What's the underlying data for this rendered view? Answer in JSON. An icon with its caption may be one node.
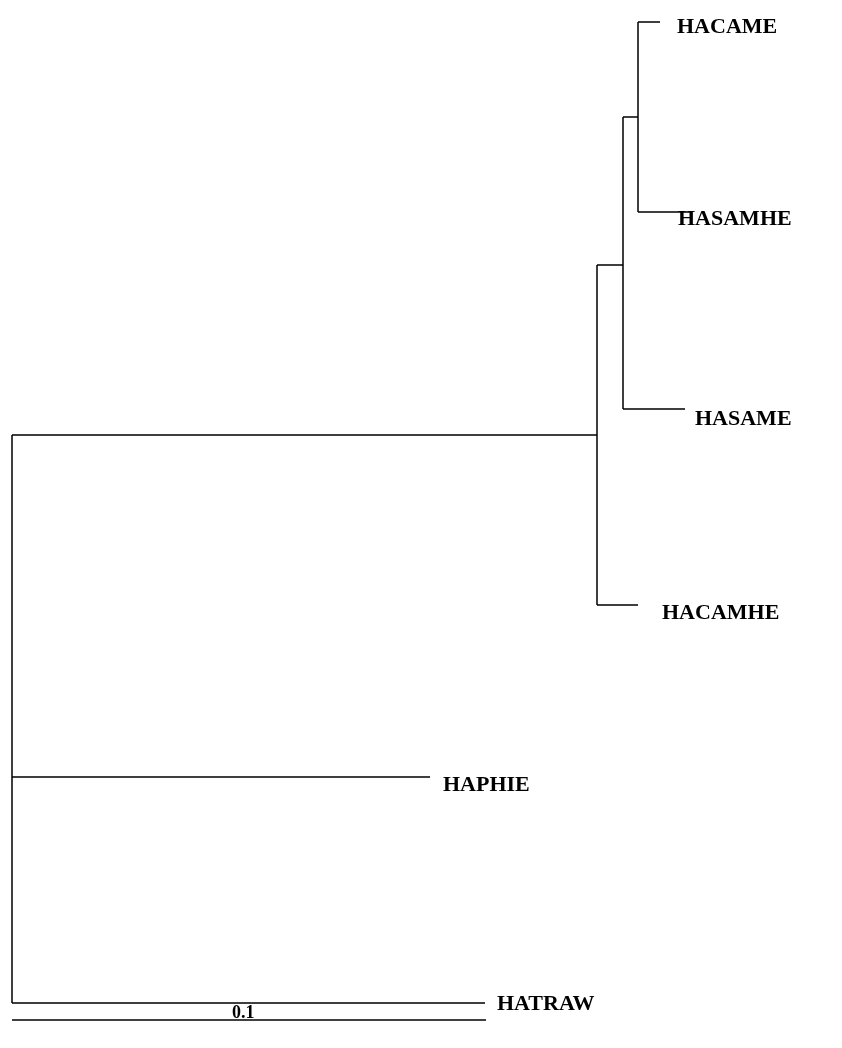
{
  "diagram": {
    "labels": [
      "HACAME",
      "HASAMHE",
      "HASAME",
      "HACAMHE",
      "HAPHIE",
      "HATRAW",
      "0.1"
    ]
  }
}
